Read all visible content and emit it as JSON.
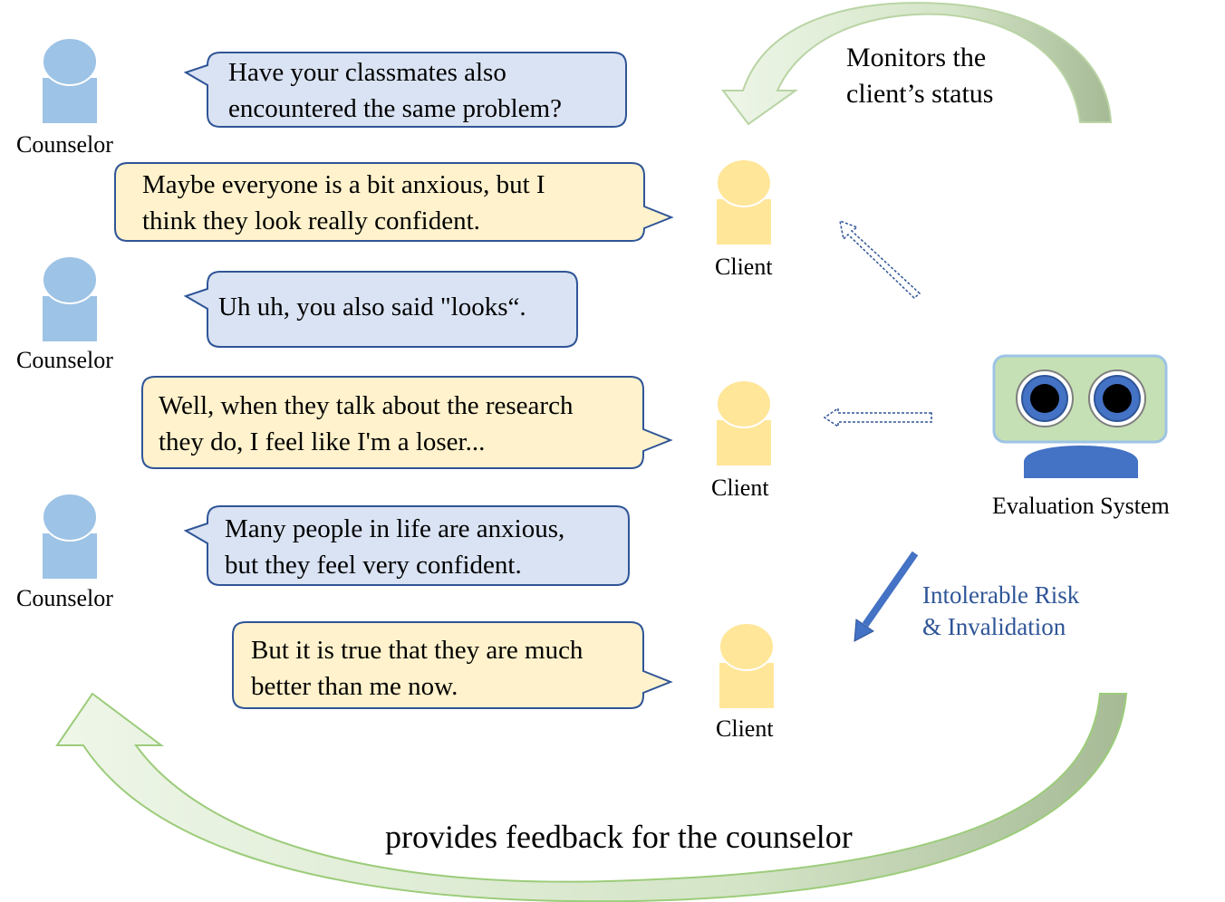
{
  "counselor_label": "Counselor",
  "client_label": "Client",
  "dialogue": [
    {
      "speaker": "counselor",
      "lines": [
        "Have your classmates  also",
        "encountered the same problem?"
      ]
    },
    {
      "speaker": "client",
      "lines": [
        "Maybe everyone  is a bit anxious,  but I",
        "think  they  look really confident."
      ]
    },
    {
      "speaker": "counselor",
      "lines": [
        "Uh uh, you also said \"looks“."
      ]
    },
    {
      "speaker": "client",
      "lines": [
        "Well, when they talk about the research",
        "they do, I feel like I'm a loser..."
      ]
    },
    {
      "speaker": "counselor",
      "lines": [
        "Many people  in life are anxious,",
        "but they feel  very confident."
      ]
    },
    {
      "speaker": "client",
      "lines": [
        "But it is true that they are much",
        "better than me now."
      ]
    }
  ],
  "evaluation_system_label": "Evaluation  System",
  "monitor_text": [
    "Monitors  the",
    "client’s  status"
  ],
  "risk_text": [
    "Intolerable Risk",
    "& Invalidation"
  ],
  "feedback_text": "provides feedback for the counselor",
  "colors": {
    "counselor_fill": "#9dc3e6",
    "client_fill": "#ffe699",
    "counselor_bubble": "#dae3f3",
    "client_bubble": "#fff2cc",
    "bubble_border": "#2f5597",
    "robot_face": "#c5e0b4",
    "robot_border": "#9dc3e6",
    "robot_body": "#4472c4",
    "risk_text": "#2f5597",
    "arrow_light": "#e2f0d9",
    "arrow_dark": "#a9bf98"
  }
}
